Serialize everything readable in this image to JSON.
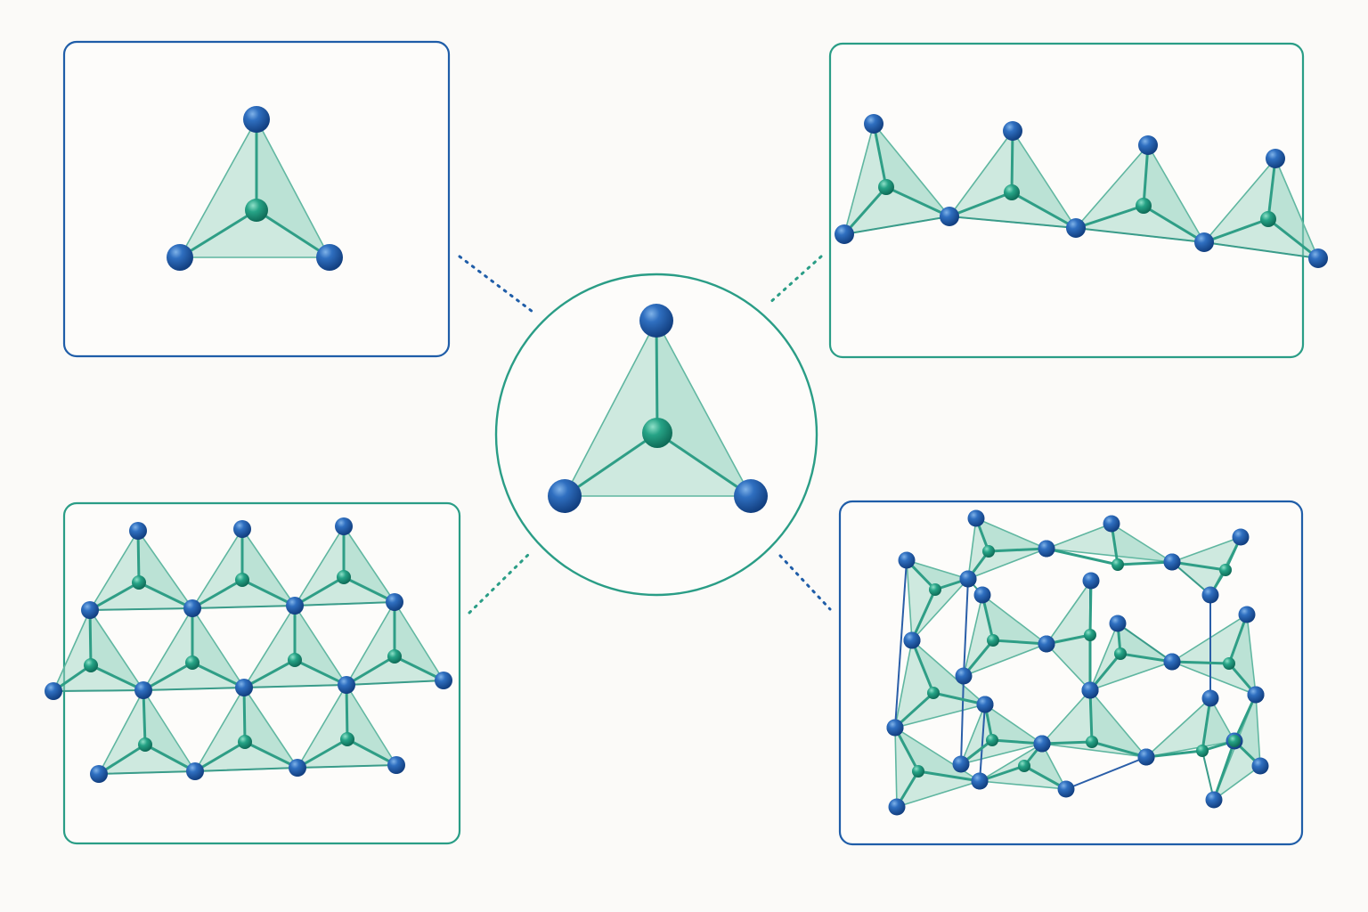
{
  "colors": {
    "oxygen_atom": "#1f5da8",
    "silicon_atom": "#23a083",
    "face_fill": "#9fd6c4",
    "bond": "#2f9e86",
    "frame_blue": "#1f5da8",
    "frame_green": "#2a9d86",
    "background": "#fbfaf8"
  },
  "panels": [
    {
      "id": "isolated-tetrahedron",
      "frame": "blue"
    },
    {
      "id": "single-chain",
      "frame": "green"
    },
    {
      "id": "sheet-structure",
      "frame": "green"
    },
    {
      "id": "framework-structure",
      "frame": "blue"
    }
  ],
  "center": {
    "id": "central-tetrahedron",
    "frame": "green"
  }
}
